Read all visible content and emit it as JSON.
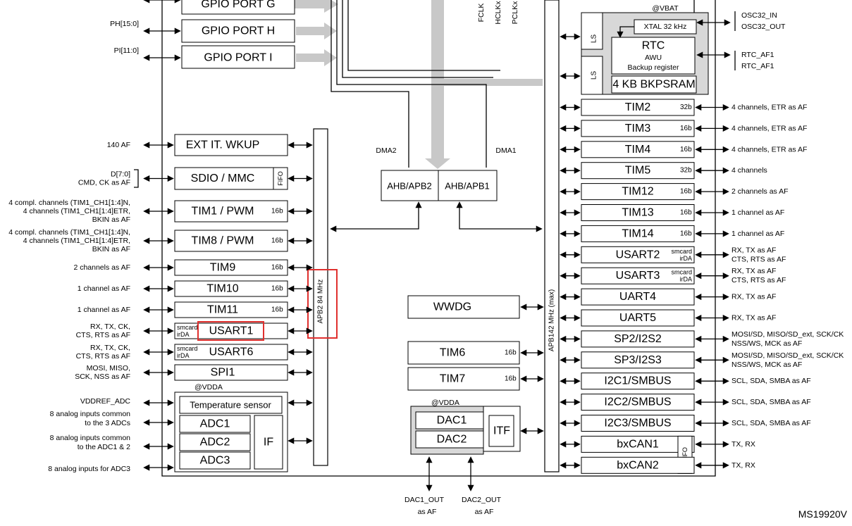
{
  "gpio": [
    "GPIO PORT G",
    "GPIO PORT H",
    "GPIO PORT I"
  ],
  "gpio_signals": [
    "PH[15:0]",
    "PI[11:0]"
  ],
  "clocks": [
    "FCLK",
    "HCLKx",
    "PCLKx"
  ],
  "vbat": "@VBAT",
  "rtc": {
    "ls": "LS",
    "xtal": "XTAL 32 kHz",
    "title": "RTC",
    "awu": "AWU",
    "backup": "Backup register",
    "bkpsram": "4 KB BKPSRAM"
  },
  "rtc_signals": [
    "OSC32_IN",
    "OSC32_OUT",
    "RTC_AF1",
    "RTC_AF1"
  ],
  "apb2_modules": [
    {
      "label": "EXT IT. WKUP",
      "tag": "",
      "signal": [
        "140 AF"
      ]
    },
    {
      "label": "SDIO / MMC",
      "tag": "FIFO",
      "signal": [
        "D[7:0]",
        "CMD, CK as AF"
      ]
    },
    {
      "label": "TIM1 / PWM",
      "tag": "16b",
      "signal": [
        "4 compl. channels (TIM1_CH1[1:4]N,",
        "4 channels (TIM1_CH1[1:4]ETR,",
        "BKIN as AF"
      ]
    },
    {
      "label": "TIM8 / PWM",
      "tag": "16b",
      "signal": [
        "4 compl. channels (TIM1_CH1[1:4]N,",
        "4 channels (TIM1_CH1[1:4]ETR,",
        "BKIN as AF"
      ]
    },
    {
      "label": "TIM9",
      "tag": "16b",
      "signal": [
        "2 channels as AF"
      ]
    },
    {
      "label": "TIM10",
      "tag": "16b",
      "signal": [
        "1 channel as AF"
      ]
    },
    {
      "label": "TIM11",
      "tag": "16b",
      "signal": [
        "1 channel as AF"
      ]
    },
    {
      "label": "USART1",
      "tag": "smcard irDA",
      "signal": [
        "RX, TX, CK,",
        "CTS, RTS as AF"
      ]
    },
    {
      "label": "USART6",
      "tag": "smcard irDA",
      "signal": [
        "RX, TX, CK,",
        "CTS, RTS as AF"
      ]
    },
    {
      "label": "SPI1",
      "tag": "",
      "signal": [
        "MOSI, MISO,",
        "SCK, NSS as AF"
      ]
    }
  ],
  "adc_block": {
    "vdda": "@VDDA",
    "temp": "Temperature sensor",
    "adcs": [
      "ADC1",
      "ADC2",
      "ADC3"
    ],
    "if": "IF"
  },
  "adc_signals": [
    "VDDREF_ADC",
    "8 analog inputs common",
    "to the 3 ADCs",
    "8 analog inputs common",
    "to the ADC1 & 2",
    "8 analog inputs for ADC3"
  ],
  "apb2_bus": "APB2 84 MHz",
  "dma": [
    "DMA2",
    "DMA1"
  ],
  "bridges": [
    "AHB/APB2",
    "AHB/APB1"
  ],
  "center": {
    "wwdg": "WWDG",
    "tim6": "TIM6",
    "tim7": "TIM7",
    "tag": "16b",
    "dac": [
      "DAC1",
      "DAC2"
    ],
    "itf": "ITF",
    "vdda": "@VDDA"
  },
  "dac_signals": [
    "DAC1_OUT",
    "as AF",
    "DAC2_OUT",
    "as AF"
  ],
  "apb1_bus": "APB142 MHz (max)",
  "apb1_modules": [
    {
      "label": "TIM2",
      "tag": "32b",
      "signal": [
        "4 channels, ETR as AF"
      ]
    },
    {
      "label": "TIM3",
      "tag": "16b",
      "signal": [
        "4 channels, ETR as AF"
      ]
    },
    {
      "label": "TIM4",
      "tag": "16b",
      "signal": [
        "4 channels, ETR as AF"
      ]
    },
    {
      "label": "TIM5",
      "tag": "32b",
      "signal": [
        "4 channels"
      ]
    },
    {
      "label": "TIM12",
      "tag": "16b",
      "signal": [
        "2 channels as AF"
      ]
    },
    {
      "label": "TIM13",
      "tag": "16b",
      "signal": [
        "1 channel as AF"
      ]
    },
    {
      "label": "TIM14",
      "tag": "16b",
      "signal": [
        "1 channel as AF"
      ]
    },
    {
      "label": "USART2",
      "tag": "smcard irDA",
      "signal": [
        "RX, TX as AF",
        "CTS, RTS as AF"
      ]
    },
    {
      "label": "USART3",
      "tag": "smcard irDA",
      "signal": [
        "RX, TX as AF",
        "CTS, RTS as AF"
      ]
    },
    {
      "label": "UART4",
      "tag": "",
      "signal": [
        "RX, TX as AF"
      ]
    },
    {
      "label": "UART5",
      "tag": "",
      "signal": [
        "RX, TX as AF"
      ]
    },
    {
      "label": "SP2/I2S2",
      "tag": "",
      "signal": [
        "MOSI/SD, MISO/SD_ext, SCK/CK",
        "NSS/WS, MCK as AF"
      ]
    },
    {
      "label": "SP3/I2S3",
      "tag": "",
      "signal": [
        "MOSI/SD, MISO/SD_ext, SCK/CK",
        "NSS/WS, MCK as AF"
      ]
    },
    {
      "label": "I2C1/SMBUS",
      "tag": "",
      "signal": [
        "SCL, SDA, SMBA as AF"
      ]
    },
    {
      "label": "I2C2/SMBUS",
      "tag": "",
      "signal": [
        "SCL, SDA, SMBA as AF"
      ]
    },
    {
      "label": "I2C3/SMBUS",
      "tag": "",
      "signal": [
        "SCL, SDA, SMBA as AF"
      ]
    },
    {
      "label": "bxCAN1",
      "tag": "FIFO",
      "signal": [
        "TX, RX"
      ]
    },
    {
      "label": "bxCAN2",
      "tag": "",
      "signal": [
        "TX, RX"
      ]
    }
  ],
  "figure_id": "MS19920V"
}
